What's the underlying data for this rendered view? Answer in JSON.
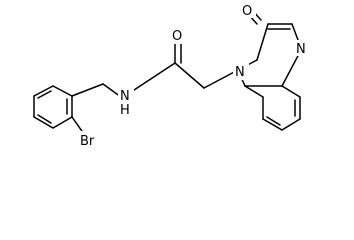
{
  "molecule": {
    "atoms": {
      "bromine": "Br",
      "amide_nitrogen": "N",
      "amide_hydrogen": "H",
      "carbonyl_oxygen": "O",
      "ring_nitrogen_1": "N",
      "ring_nitrogen_4": "N",
      "ring_oxygen": "O"
    },
    "line_color": "#000000",
    "background": "#ffffff"
  }
}
